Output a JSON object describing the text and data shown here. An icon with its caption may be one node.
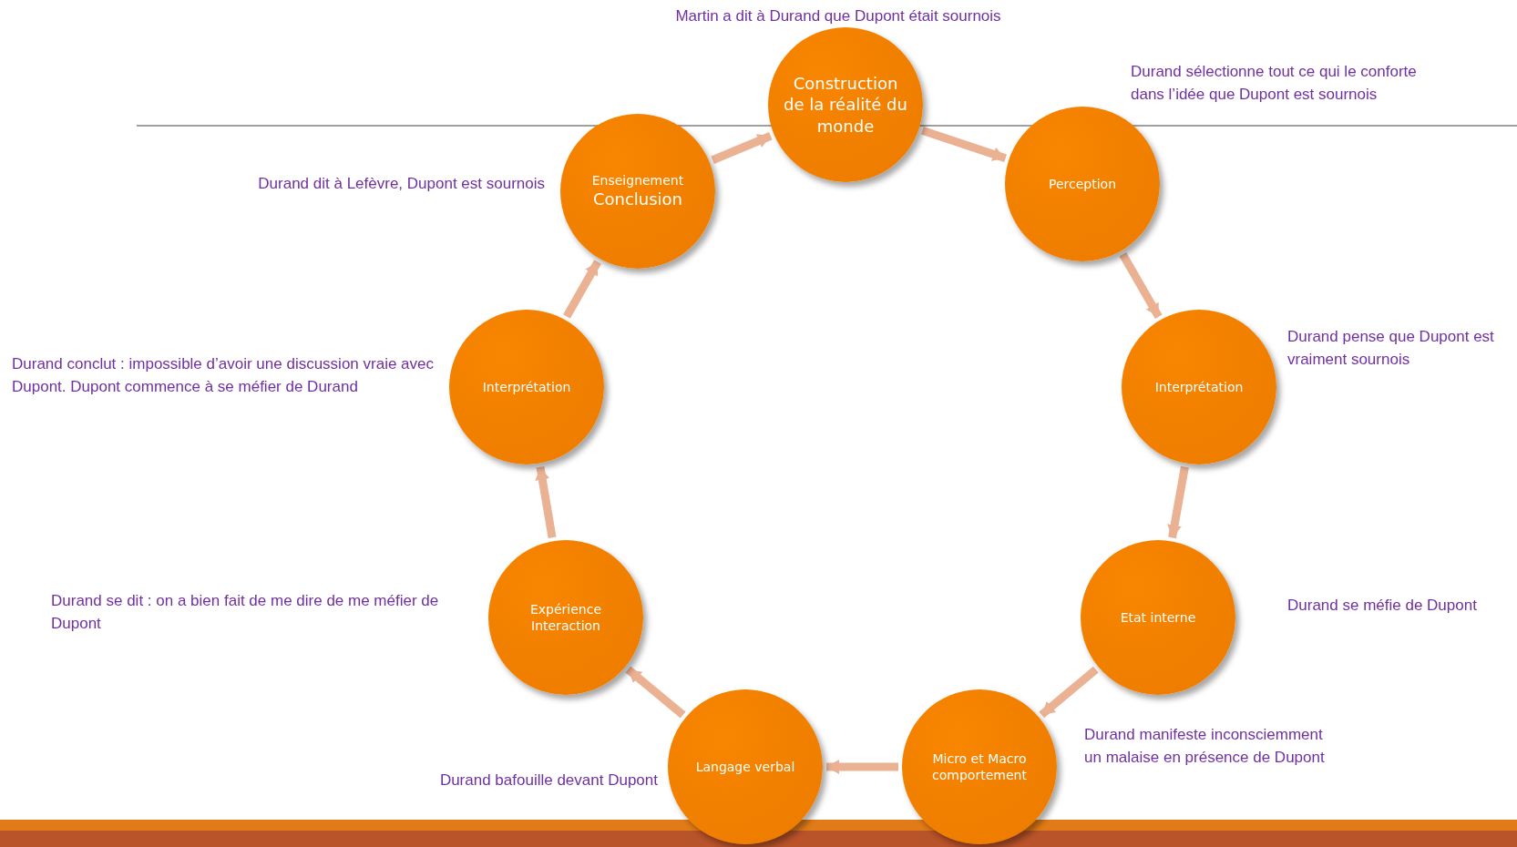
{
  "diagram": {
    "nodes": [
      {
        "text": [
          "Construction de la réalité du monde"
        ],
        "beside": [
          "Martin a dit à Durand que Dupont était sournois"
        ]
      },
      {
        "text": [
          "Perception"
        ],
        "beside": [
          "Durand sélectionne tout ce qui le conforte dans l’idée que Dupont est sournois"
        ]
      },
      {
        "text": [
          "Interprétation"
        ],
        "beside": [
          "Durand pense que Dupont est vraiment sournois"
        ]
      },
      {
        "text": [
          "Etat interne"
        ],
        "beside": [
          "Durand se méfie de Dupont"
        ]
      },
      {
        "text": [
          "Micro et Macro comportement"
        ],
        "beside": [
          "Durand manifeste inconsciemment un malaise en présence de Dupont"
        ]
      },
      {
        "text": [
          "Langage verbal"
        ],
        "beside": [
          "Durand bafouille devant Dupont"
        ]
      },
      {
        "text": [
          "Expérience Interaction"
        ],
        "beside": [
          "Durand se dit : on a bien fait de me dire de me méfier de Dupont"
        ]
      },
      {
        "text": [
          "Interprétation"
        ],
        "beside": [
          "Durand conclut : impossible d’avoir une discussion vraie avec Dupont. Dupont commence à se méfier de Durand"
        ]
      },
      {
        "text": [
          "Enseignement",
          "Conclusion"
        ],
        "beside": [
          "Durand dit à Lefèvre, Dupont est sournois"
        ]
      }
    ],
    "edges": [
      {
        "from": 0,
        "to": 1,
        "arrow": "to"
      },
      {
        "from": 1,
        "to": 2,
        "arrow": "to"
      },
      {
        "from": 2,
        "to": 3,
        "arrow": "to"
      },
      {
        "from": 3,
        "to": 4,
        "arrow": "to"
      },
      {
        "from": 4,
        "to": 5,
        "arrow": "to"
      },
      {
        "from": 5,
        "to": 6,
        "arrow": "to"
      },
      {
        "from": 6,
        "to": 7,
        "arrow": "to"
      },
      {
        "from": 7,
        "to": 8,
        "arrow": "to"
      },
      {
        "from": 8,
        "to": 0,
        "arrow": "to"
      }
    ]
  }
}
